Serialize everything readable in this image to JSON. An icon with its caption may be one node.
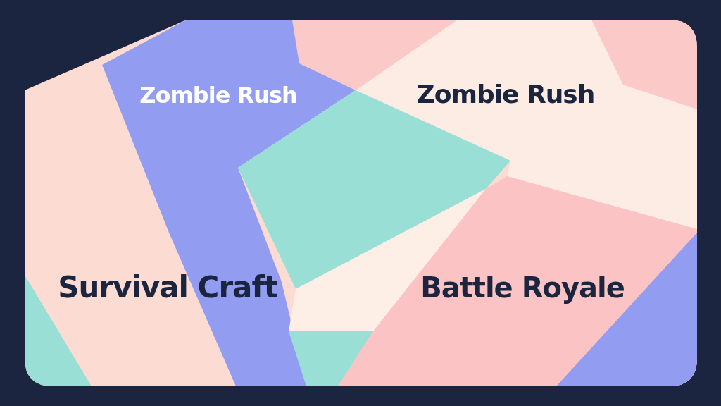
{
  "diagram": {
    "labels": [
      "Zombie Rush",
      "Zombie Rush",
      "Survival Craft",
      "Battle Royale"
    ]
  }
}
